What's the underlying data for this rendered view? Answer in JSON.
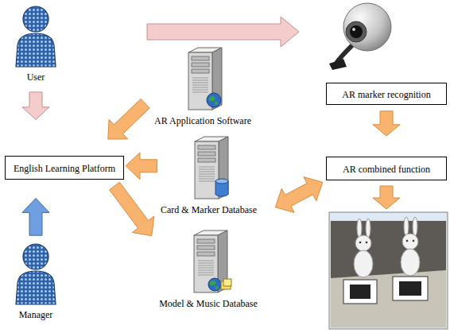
{
  "diagram": {
    "nodes": [
      {
        "text": [
          "User"
        ]
      },
      {
        "text": [
          "English Learning Platform"
        ]
      },
      {
        "text": [
          "Manager"
        ]
      },
      {
        "text": [
          "AR Application Software"
        ]
      },
      {
        "text": [
          "Card & Marker Database"
        ]
      },
      {
        "text": [
          "Model & Music Database"
        ]
      },
      {
        "text": [
          "AR marker recognition"
        ]
      },
      {
        "text": [
          "AR combined function"
        ]
      }
    ],
    "edges": [
      {
        "from": 0,
        "to": 1,
        "arrow": "to"
      },
      {
        "from": 3,
        "to": 1,
        "arrow": "to"
      },
      {
        "from": 4,
        "to": 1,
        "arrow": "to"
      },
      {
        "from": 2,
        "to": 1,
        "arrow": "to"
      },
      {
        "from": 1,
        "to": 5,
        "arrow": "to"
      },
      {
        "from": 6,
        "to": 7,
        "arrow": "to"
      },
      {
        "from": 4,
        "to": 7,
        "arrow": "both"
      }
    ]
  }
}
